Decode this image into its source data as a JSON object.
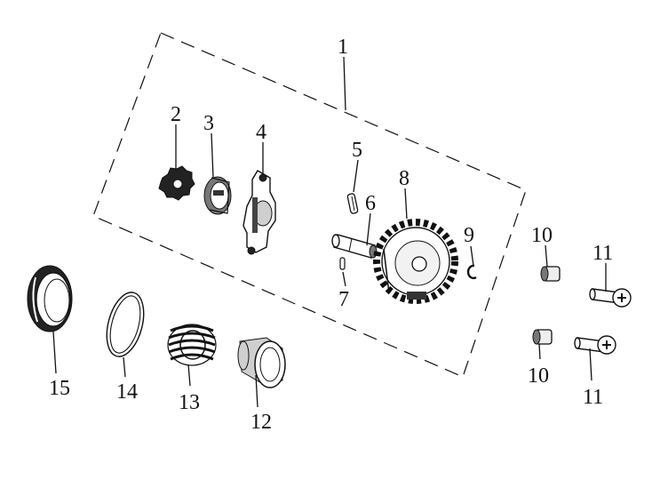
{
  "diagram": {
    "callouts": [
      {
        "id": "c1",
        "text": "1"
      },
      {
        "id": "c2",
        "text": "2"
      },
      {
        "id": "c3",
        "text": "3"
      },
      {
        "id": "c4",
        "text": "4"
      },
      {
        "id": "c5",
        "text": "5"
      },
      {
        "id": "c6",
        "text": "6"
      },
      {
        "id": "c7",
        "text": "7"
      },
      {
        "id": "c8",
        "text": "8"
      },
      {
        "id": "c9",
        "text": "9"
      },
      {
        "id": "c10a",
        "text": "10"
      },
      {
        "id": "c10b",
        "text": "10"
      },
      {
        "id": "c11a",
        "text": "11"
      },
      {
        "id": "c11b",
        "text": "11"
      },
      {
        "id": "c12",
        "text": "12"
      },
      {
        "id": "c13",
        "text": "13"
      },
      {
        "id": "c14",
        "text": "14"
      },
      {
        "id": "c15",
        "text": "15"
      }
    ]
  }
}
